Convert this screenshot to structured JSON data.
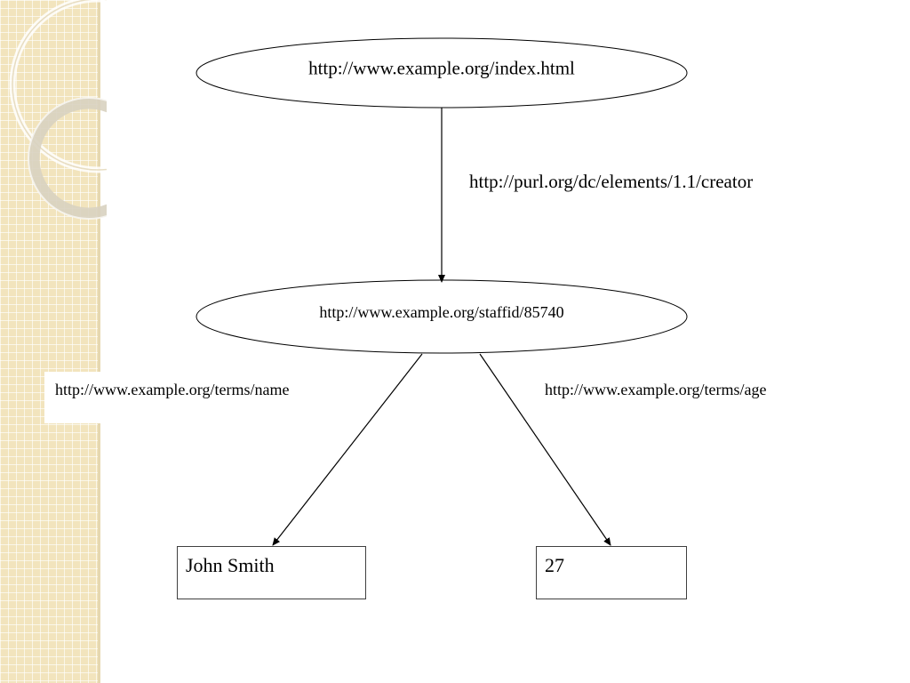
{
  "diagram": {
    "type": "rdf-graph",
    "nodes": {
      "page": {
        "label": "http://www.example.org/index.html",
        "shape": "ellipse"
      },
      "staff": {
        "label": "http://www.example.org/staffid/85740",
        "shape": "ellipse"
      },
      "name_value": {
        "label": "John Smith",
        "shape": "rectangle"
      },
      "age_value": {
        "label": "27",
        "shape": "rectangle"
      }
    },
    "edges": {
      "creator": {
        "from": "page",
        "to": "staff",
        "label": "http://purl.org/dc/elements/1.1/creator"
      },
      "name": {
        "from": "staff",
        "to": "name_value",
        "label": "http://www.example.org/terms/name"
      },
      "age": {
        "from": "staff",
        "to": "age_value",
        "label": "http://www.example.org/terms/age"
      }
    }
  },
  "theme": {
    "sidebar_color": "#f2e4bd",
    "line_color": "#000000"
  }
}
